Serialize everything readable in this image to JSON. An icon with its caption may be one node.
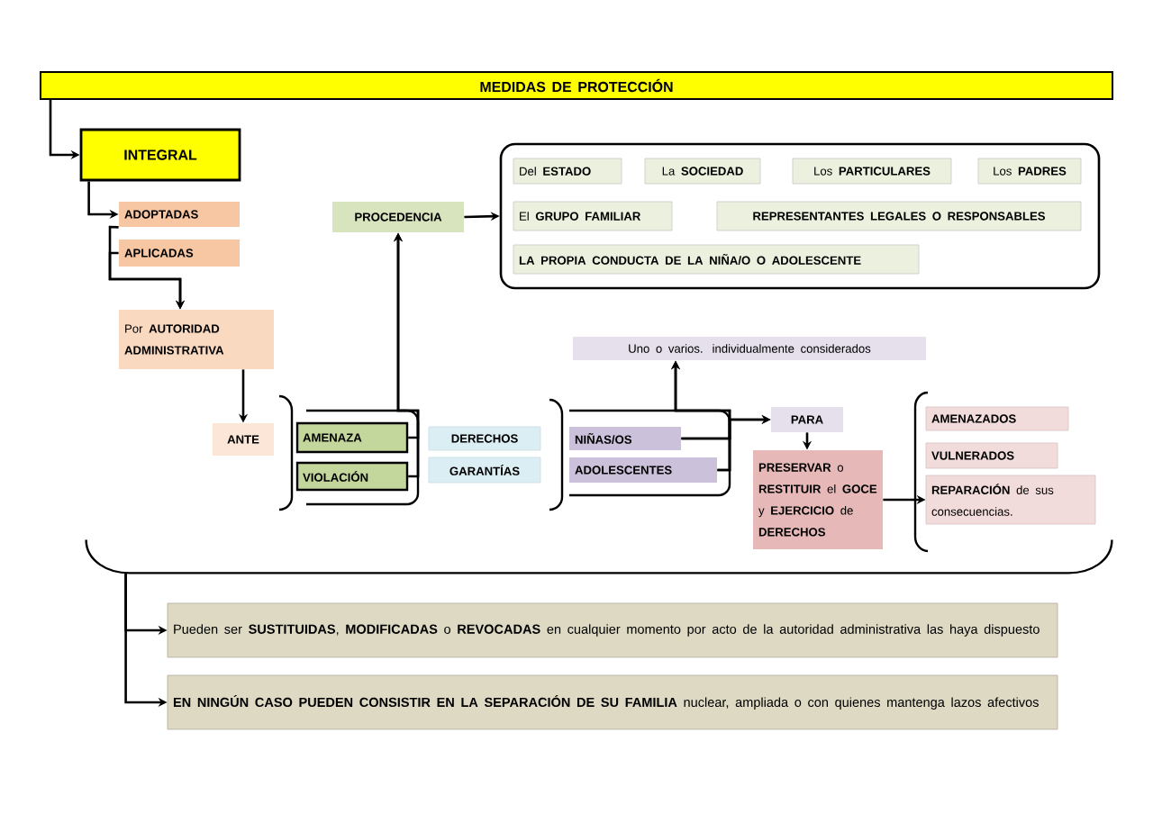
{
  "diagram": {
    "nodes": [
      {
        "text": [
          "MEDIDAS DE PROTECCIÓN"
        ]
      },
      {
        "text": [
          "INTEGRAL"
        ]
      },
      {
        "text": [
          "ADOPTADAS"
        ]
      },
      {
        "text": [
          "APLICADAS"
        ]
      },
      {
        "text": [
          "Por **AUTORIDAD ADMINISTRATIVA**"
        ]
      },
      {
        "text": [
          "ANTE"
        ]
      },
      {
        "text": [
          "AMENAZA"
        ]
      },
      {
        "text": [
          "VIOLACIÓN"
        ]
      },
      {
        "text": [
          "PROCEDENCIA"
        ]
      },
      {
        "text": [],
        "shape": "box"
      },
      {
        "text": [
          "Del **ESTADO**"
        ],
        "in": 9
      },
      {
        "text": [
          "La **SOCIEDAD**"
        ],
        "in": 9
      },
      {
        "text": [
          "Los **PARTICULARES**"
        ],
        "in": 9
      },
      {
        "text": [
          "Los **PADRES**"
        ],
        "in": 9
      },
      {
        "text": [
          "El **GRUPO FAMILIAR**"
        ],
        "in": 9
      },
      {
        "text": [
          "REPRESENTANTES LEGALES O RESPONSABLES"
        ],
        "in": 9
      },
      {
        "text": [
          "LA PROPIA CONDUCTA DE LA NIÑA/O O ADOLESCENTE"
        ],
        "in": 9
      },
      {
        "text": [
          "DERECHOS"
        ]
      },
      {
        "text": [
          "GARANTÍAS"
        ]
      },
      {
        "text": [
          "NIÑAS/OS"
        ]
      },
      {
        "text": [
          "ADOLESCENTES"
        ]
      },
      {
        "text": [
          "Uno o varios. individualmente considerados"
        ]
      },
      {
        "text": [
          "PARA"
        ]
      },
      {
        "text": [
          "**PRESERVAR** o **RESTITUIR** el **GOCE** y **EJERCICIO** de **DERECHOS**"
        ]
      },
      {
        "text": [
          "AMENAZADOS"
        ]
      },
      {
        "text": [
          "VULNERADOS"
        ]
      },
      {
        "text": [
          "**REPARACIÓN** de sus consecuencias."
        ]
      },
      {
        "text": [
          "Pueden ser **SUSTITUIDAS**, **MODIFICADAS** o **REVOCADAS** en cualquier momento por acto de la autoridad administrativa las haya dispuesto"
        ]
      },
      {
        "text": [
          "**EN NINGÚN CASO PUEDEN CONSISTIR EN LA SEPARACIÓN DE SU FAMILIA** nuclear, ampliada o con quienes mantenga lazos afectivos"
        ]
      },
      {
        "text": [],
        "shape": "brace"
      }
    ],
    "edges": [
      {
        "from": 0,
        "to": 1,
        "arrow": "to"
      },
      {
        "from": 1,
        "to": 2,
        "arrow": "to"
      },
      {
        "from": 2,
        "to": 4,
        "arrow": "to"
      },
      {
        "from": 3,
        "to": 4,
        "arrow": "to"
      },
      {
        "from": 4,
        "to": 5,
        "arrow": "to"
      },
      {
        "from": 6,
        "to": 8,
        "arrow": "to"
      },
      {
        "from": 7,
        "to": 8,
        "arrow": "to"
      },
      {
        "from": 8,
        "to": 9,
        "arrow": "to"
      },
      {
        "from": 19,
        "to": 21,
        "arrow": "to"
      },
      {
        "from": 20,
        "to": 21,
        "arrow": "to"
      },
      {
        "from": 19,
        "to": 22,
        "arrow": "to"
      },
      {
        "from": 20,
        "to": 22,
        "arrow": "to"
      },
      {
        "from": 22,
        "to": 23,
        "arrow": "to"
      },
      {
        "from": 23,
        "to": 26,
        "arrow": "to"
      },
      {
        "from": 29,
        "to": 27,
        "arrow": "to"
      },
      {
        "from": 29,
        "to": 28,
        "arrow": "to"
      }
    ]
  }
}
